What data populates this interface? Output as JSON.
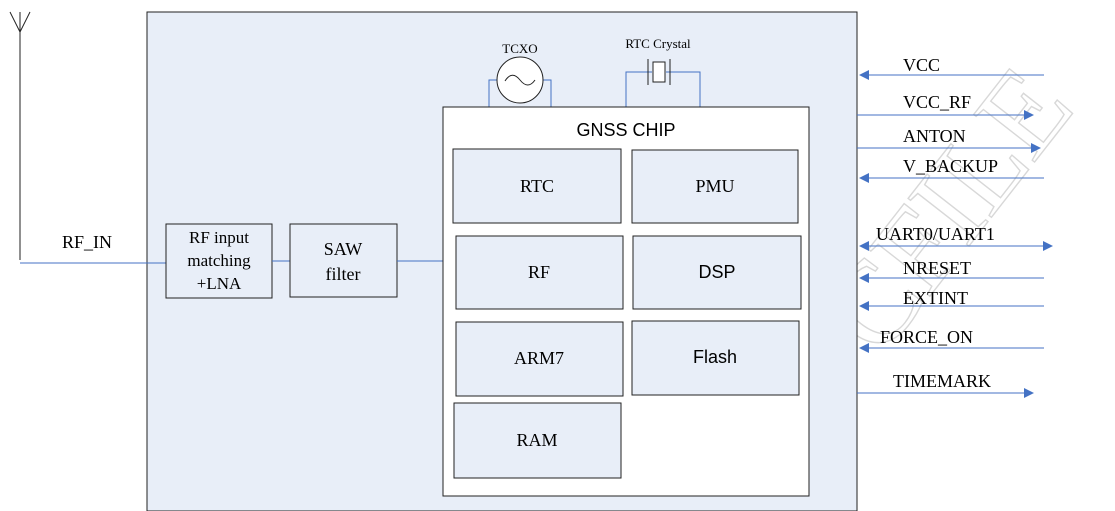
{
  "module": {
    "antenna_input_label": "RF_IN",
    "rf_input_block": {
      "line1": "RF input",
      "line2": "matching",
      "line3": "+LNA"
    },
    "saw_filter_block": {
      "line1": "SAW",
      "line2": "filter"
    },
    "tcxo_label": "TCXO",
    "rtc_crystal_label": "RTC Crystal",
    "chip_title": "GNSS CHIP",
    "chip_blocks": {
      "rtc": "RTC",
      "pmu": "PMU",
      "rf": "RF",
      "dsp": "DSP",
      "arm7": "ARM7",
      "flash": "Flash",
      "ram": "RAM"
    }
  },
  "signals": [
    {
      "label": "VCC",
      "direction": "in"
    },
    {
      "label": "VCC_RF",
      "direction": "out"
    },
    {
      "label": "ANTON",
      "direction": "out"
    },
    {
      "label": "V_BACKUP",
      "direction": "in"
    },
    {
      "label": "UART0/UART1",
      "direction": "bidirectional"
    },
    {
      "label": "NRESET",
      "direction": "in"
    },
    {
      "label": "EXTINT",
      "direction": "in"
    },
    {
      "label": "FORCE_ON",
      "direction": "in"
    },
    {
      "label": "TIMEMARK",
      "direction": "out"
    }
  ],
  "colors": {
    "module_fill": "#e8eef8",
    "line": "#4472c4",
    "box_stroke": "#222222",
    "watermark": "#d8d8d8"
  }
}
